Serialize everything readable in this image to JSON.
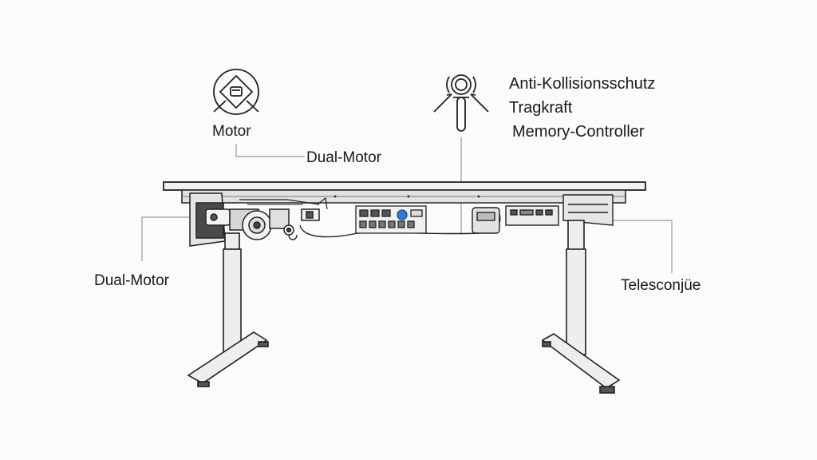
{
  "labels": {
    "motor": "Motor",
    "dual_motor_top": "Dual-Motor",
    "dual_motor_left": "Dual-Motor",
    "telescope": "Telesconjüe",
    "features": [
      "Anti-Kollisionsschutz",
      "Tragkraft",
      "Memory-Controller"
    ]
  },
  "icons": {
    "motor": "motor-gear-icon",
    "sensor": "collision-sensor-icon"
  },
  "colors": {
    "line": "#222222",
    "leader": "#9a9a9a",
    "fill_light": "#eeeeee",
    "fill_mid": "#d8d8d8",
    "fill_dark": "#555555",
    "button_accent": "#2f7ad6"
  }
}
